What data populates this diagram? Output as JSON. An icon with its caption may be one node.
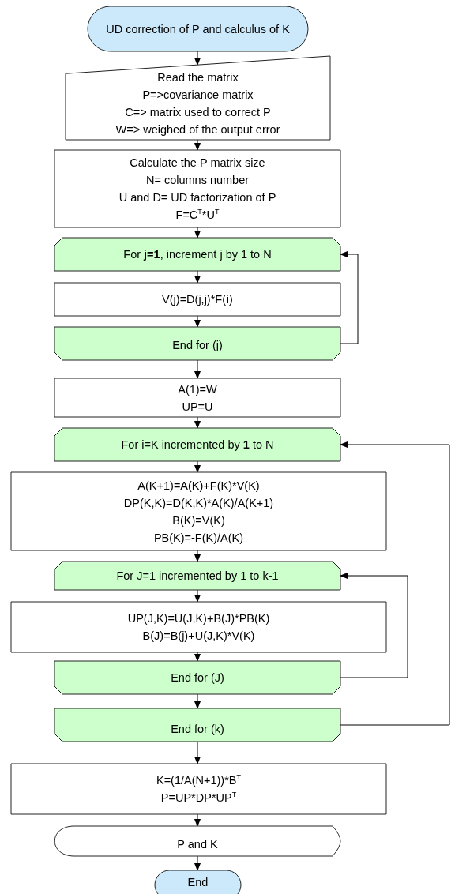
{
  "diagram": {
    "nodes": [
      {
        "text": [
          "UD correction of P and calculus of K"
        ]
      },
      {
        "text": [
          "Read the matrix",
          "P=>covariance matrix",
          "C=> matrix used to correct P",
          "W=> weighed of the output error"
        ]
      },
      {
        "text": [
          "Calculate the P matrix size",
          "N= columns number",
          "U and D= UD factorization of P",
          "F=C$^{T}$*U$^{T}$"
        ]
      },
      {
        "text": [
          "For **j=1**, increment j by 1 to N"
        ]
      },
      {
        "text": [
          "V(j)=D(j,j)*F(**i**)"
        ]
      },
      {
        "text": [
          "End for (j)"
        ]
      },
      {
        "text": [
          "A(1)=W",
          "UP=U"
        ]
      },
      {
        "text": [
          "For i=K incremented by **1** to N"
        ]
      },
      {
        "text": [
          "A(K+1)=A(K)+F(K)*V(K)",
          "DP(K,K)=D(K,K)*A(K)/A(K+1)",
          "B(K)=V(K)",
          "PB(K)=-F(K)/A(K)"
        ]
      },
      {
        "text": [
          "For J=1 incremented by 1 to k-1"
        ]
      },
      {
        "text": [
          "UP(J,K)=U(J,K)+B(J)*PB(K)",
          "B(J)=B(j)+U(J,K)*V(K)"
        ]
      },
      {
        "text": [
          "End for (J)"
        ]
      },
      {
        "text": [
          "End for (k)"
        ]
      },
      {
        "text": [
          "K=(1/A(N+1))*B$^{T}$",
          "P=UP*DP*UP$^{T}$"
        ]
      },
      {
        "text": [
          "P and K"
        ]
      },
      {
        "text": [
          "End"
        ]
      }
    ],
    "edges": [
      {
        "from": 0,
        "to": 1,
        "arrow": "to"
      },
      {
        "from": 1,
        "to": 2,
        "arrow": "to"
      },
      {
        "from": 2,
        "to": 3,
        "arrow": "to"
      },
      {
        "from": 3,
        "to": 4,
        "arrow": "to"
      },
      {
        "from": 4,
        "to": 5,
        "arrow": "to"
      },
      {
        "from": 5,
        "to": 3,
        "arrow": "to"
      },
      {
        "from": 5,
        "to": 6,
        "arrow": "to"
      },
      {
        "from": 6,
        "to": 7,
        "arrow": "to"
      },
      {
        "from": 7,
        "to": 8,
        "arrow": "to"
      },
      {
        "from": 8,
        "to": 9,
        "arrow": "to"
      },
      {
        "from": 9,
        "to": 10,
        "arrow": "to"
      },
      {
        "from": 10,
        "to": 11,
        "arrow": "to"
      },
      {
        "from": 11,
        "to": 9,
        "arrow": "to"
      },
      {
        "from": 11,
        "to": 12,
        "arrow": "to"
      },
      {
        "from": 12,
        "to": 7,
        "arrow": "to"
      },
      {
        "from": 12,
        "to": 13,
        "arrow": "to"
      },
      {
        "from": 13,
        "to": 14,
        "arrow": "to"
      },
      {
        "from": 14,
        "to": 15,
        "arrow": "to"
      }
    ]
  }
}
